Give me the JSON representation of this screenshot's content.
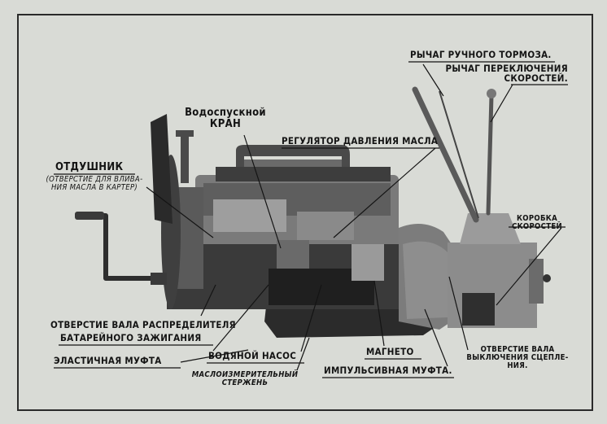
{
  "labels": {
    "parking_brake_lever": "РЫЧАГ РУЧНОГО ТОРМОЗА.",
    "gear_shift_lever_l1": "РЫЧАГ ПЕРЕКЛЮЧЕНИЯ",
    "gear_shift_lever_l2": "СКОРОСТЕЙ.",
    "drain_cock_l1": "Водоспускной",
    "drain_cock_l2": "КРАН",
    "oil_pressure_regulator": "РЕГУЛЯТОР ДАВЛЕНИЯ МАСЛА",
    "breather_title": "ОТДУШНИК",
    "breather_note_l1": "(ОТВЕРСТИЕ ДЛЯ ВЛИВА-",
    "breather_note_l2": "НИЯ МАСЛА В КАРТЕР)",
    "gearbox_l1": "КОРОБКА",
    "gearbox_l2": "СКОРОСТЕЙ",
    "distributor_hole_l1": "ОТВЕРСТИЕ ВАЛА РАСПРЕДЕЛИТЕЛЯ",
    "distributor_hole_l2": "БАТАРЕЙНОГО ЗАЖИГАНИЯ",
    "flexible_coupling": "ЭЛАСТИЧНАЯ МУФТА",
    "water_pump": "ВОДЯНОЙ НАСОС",
    "magneto": "МАГНЕТО",
    "dipstick_l1": "МАСЛОИЗМЕРИТЕЛЬНЫЙ",
    "dipstick_l2": "СТЕРЖЕНЬ",
    "impulse_coupling": "ИМПУЛЬСИВНАЯ МУФТА.",
    "clutch_shaft_hole_l1": "ОТВЕРСТИЕ ВАЛА",
    "clutch_shaft_hole_l2": "ВЫКЛЮЧЕНИЯ СЦЕПЛЕ-",
    "clutch_shaft_hole_l3": "НИЯ."
  },
  "colors": {
    "paper": "#d9dbd6",
    "ink": "#141414",
    "engine_dark": "#2b2b2b",
    "engine_mid": "#6e6e6e",
    "engine_light": "#9c9c9c"
  }
}
